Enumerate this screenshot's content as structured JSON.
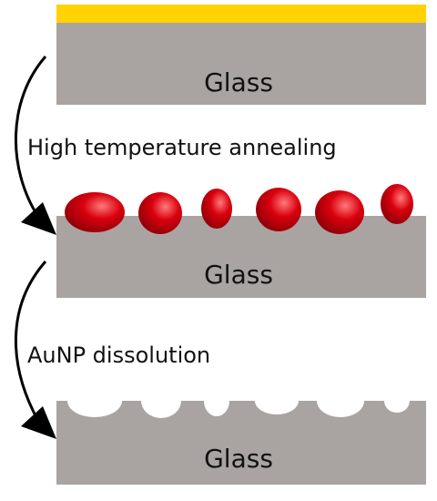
{
  "colors": {
    "gold_film": "#FFD200",
    "glass": "#A9A4A2",
    "particle": "#D9000E",
    "particle_highlight": "#FF7A7A",
    "arrow": "#000000"
  },
  "stages": [
    {
      "substrate_label": "Glass"
    },
    {
      "substrate_label": "Glass"
    },
    {
      "substrate_label": "Glass"
    }
  ],
  "steps": [
    {
      "label": "High temperature annealing"
    },
    {
      "label": "AuNP dissolution"
    }
  ],
  "particles": {
    "count": 6
  },
  "pits": {
    "count": 6
  }
}
